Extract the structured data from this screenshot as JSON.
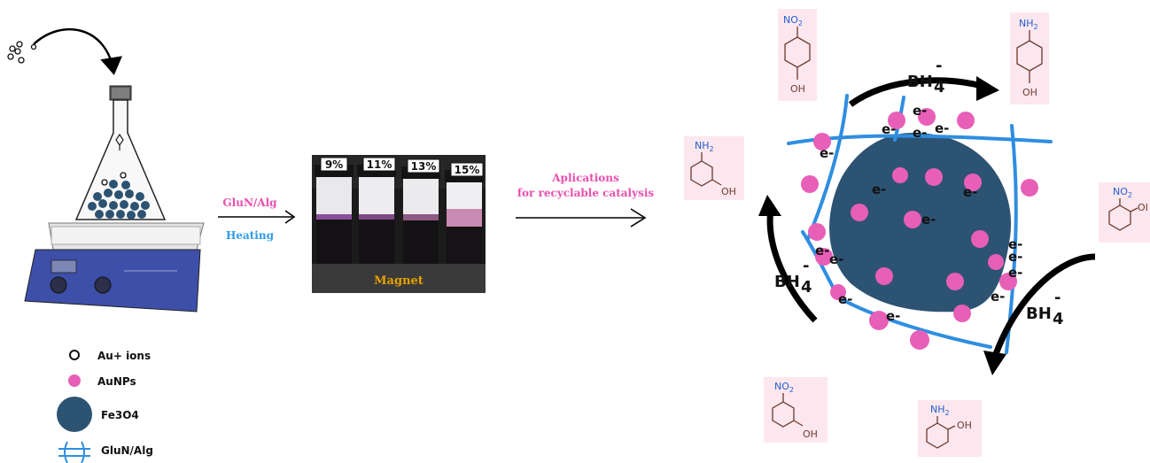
{
  "legend": {
    "au_ions": "Au+ ions",
    "aunps": "AuNPs",
    "fe3o4": "Fe3O4",
    "glun_alg": "GluN/Alg"
  },
  "step1": {
    "top_label": "GluN/Alg",
    "bottom_label": "Heating"
  },
  "vials": {
    "percentages": [
      "9%",
      "11%",
      "13%",
      "15%"
    ],
    "magnet_label": "Magnet"
  },
  "step2": {
    "line1": "Aplications",
    "line2": "for recyclable catalysis"
  },
  "reductant": {
    "bh": "BH",
    "sub": "4",
    "sup": "-"
  },
  "electron": "e-",
  "molecules": {
    "no2": "NO",
    "nh2": "NH",
    "two": "2",
    "oh": "OH",
    "oh_cut": "OI"
  },
  "colors": {
    "pink": "#e85fb8",
    "blue": "#2f8ee0",
    "core": "#2d5373",
    "label_pink": "#e94fb0",
    "label_blue": "#2f9be8",
    "magnet": "#e6a100",
    "molecule_bg": "#fde7ef"
  }
}
